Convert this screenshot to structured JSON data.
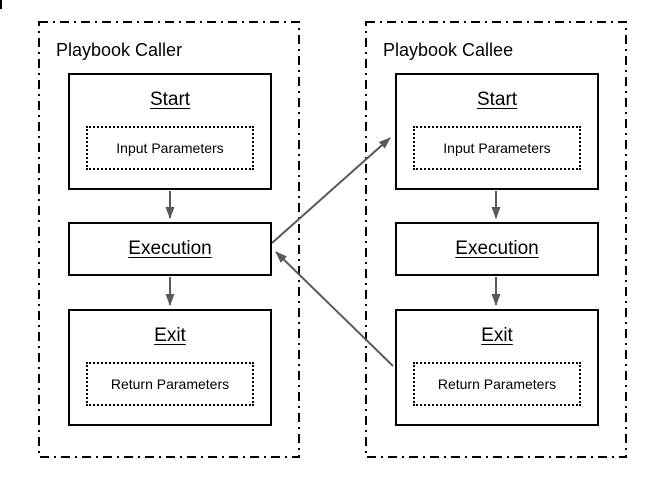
{
  "colors": {
    "box_stroke": "#000000",
    "arrow": "#595959",
    "background": "#ffffff"
  },
  "panels": [
    {
      "title": "Playbook Caller",
      "boxes": [
        {
          "label": "Start",
          "sub": "Input Parameters"
        },
        {
          "label": "Execution"
        },
        {
          "label": "Exit",
          "sub": "Return Parameters"
        }
      ]
    },
    {
      "title": "Playbook Callee",
      "boxes": [
        {
          "label": "Start",
          "sub": "Input Parameters"
        },
        {
          "label": "Execution"
        },
        {
          "label": "Exit",
          "sub": "Return Parameters"
        }
      ]
    }
  ],
  "connections": [
    {
      "from": "caller-start",
      "to": "caller-execution"
    },
    {
      "from": "caller-execution",
      "to": "caller-exit"
    },
    {
      "from": "callee-start",
      "to": "callee-execution"
    },
    {
      "from": "callee-execution",
      "to": "callee-exit"
    },
    {
      "from": "caller-execution",
      "to": "callee-start"
    },
    {
      "from": "callee-exit",
      "to": "caller-execution"
    }
  ]
}
